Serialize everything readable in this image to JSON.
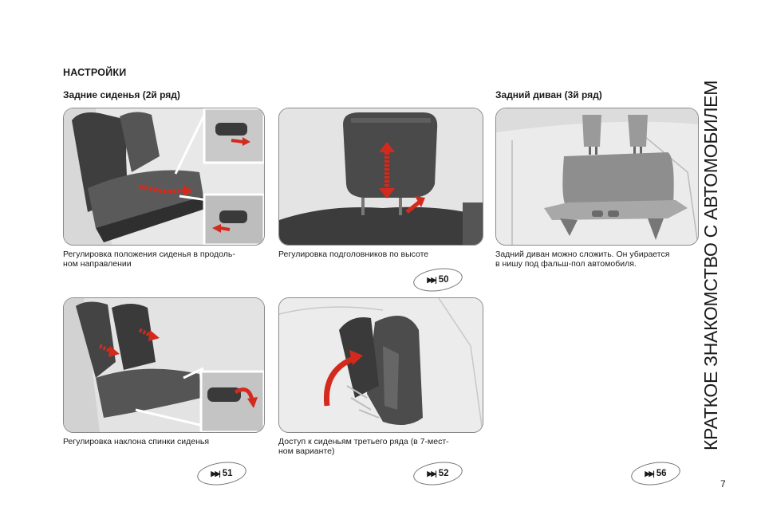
{
  "header": {
    "section": "НАСТРОЙКИ"
  },
  "subheadings": {
    "rear_seats": "Задние сиденья (2й ряд)",
    "rear_bench": "Задний диван (3й ряд)"
  },
  "captions": {
    "seat_slide_1": "Регулировка положения сиденья в продоль-",
    "seat_slide_2": "ном направлении",
    "headrest": "Регулировка подголовников по высоте",
    "bench_1": "Задний диван можно сложить. Он убирается",
    "bench_2": "в нишу под фальш-пол автомобиля.",
    "recline": "Регулировка наклона спинки сиденья",
    "access_1": "Доступ к сиденьям третьего ряда (в 7-мест-",
    "access_2": "ном варианте)"
  },
  "page_refs": {
    "r50": "50",
    "r51": "51",
    "r52": "52",
    "r56": "56"
  },
  "icons": {
    "page_ref": "page-reference-icon"
  },
  "side_title": "КРАТКОЕ ЗНАКОМСТВО С АВТОМОБИЛЕМ",
  "page_number": "7",
  "colors": {
    "arrow": "#d42a1e",
    "frame": "#8a8a8a",
    "seat": "#4a4a4a"
  }
}
